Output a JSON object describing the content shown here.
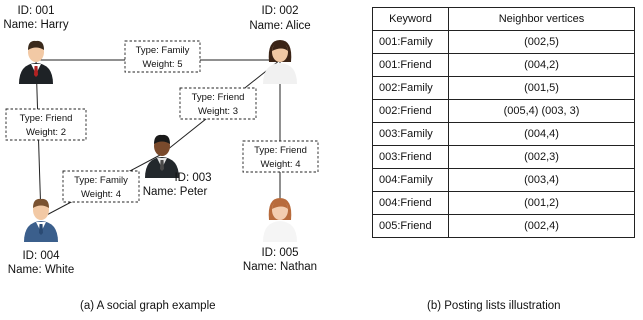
{
  "graph": {
    "nodes": [
      {
        "key": "harry",
        "icon": "man-dark-suit-icon",
        "id": "ID: 001",
        "name": "Name: Harry"
      },
      {
        "key": "alice",
        "icon": "woman-dark-hair-icon",
        "id": "ID: 002",
        "name": "Name:  Alice"
      },
      {
        "key": "peter",
        "icon": "man-dark-skin-suit-icon",
        "id": "ID: 003",
        "name": "Name: Peter"
      },
      {
        "key": "white",
        "icon": "man-blue-suit-icon",
        "id": "ID: 004",
        "name": "Name: White"
      },
      {
        "key": "nathan",
        "icon": "woman-light-hair-icon",
        "id": "ID: 005",
        "name": "Name: Nathan"
      }
    ],
    "edges": [
      {
        "from": "harry",
        "to": "alice",
        "type": "Type: Family",
        "weight": "Weight: 5"
      },
      {
        "from": "harry",
        "to": "white",
        "type": "Type: Friend",
        "weight": "Weight: 2"
      },
      {
        "from": "alice",
        "to": "peter",
        "type": "Type: Friend",
        "weight": "Weight: 3"
      },
      {
        "from": "alice",
        "to": "nathan",
        "type": "Type: Friend",
        "weight": "Weight: 4"
      },
      {
        "from": "white",
        "to": "peter",
        "type": "Type: Family",
        "weight": "Weight: 4"
      }
    ]
  },
  "table": {
    "headers": [
      "Keyword",
      "Neighbor vertices"
    ],
    "rows": [
      [
        "001:Family",
        "(002,5)"
      ],
      [
        "001:Friend",
        "(004,2)"
      ],
      [
        "002:Family",
        "(001,5)"
      ],
      [
        "002:Friend",
        "(005,4) (003, 3)"
      ],
      [
        "003:Family",
        "(004,4)"
      ],
      [
        "003:Friend",
        "(002,3)"
      ],
      [
        "004:Family",
        "(003,4)"
      ],
      [
        "004:Friend",
        "(001,2)"
      ],
      [
        "005:Friend",
        "(002,4)"
      ]
    ]
  },
  "captions": {
    "left": "(a) A social graph example",
    "right": "(b) Posting lists illustration"
  }
}
